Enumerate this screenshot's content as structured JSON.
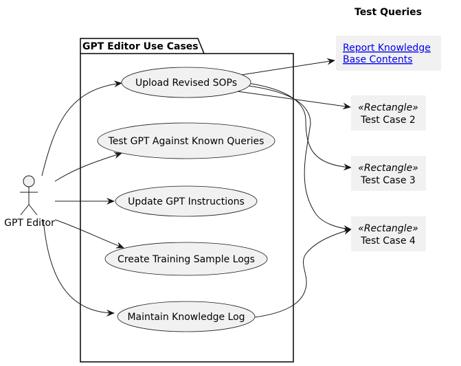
{
  "diagram": {
    "title": "Test Queries",
    "package": {
      "label": "GPT Editor Use Cases"
    },
    "actor": {
      "label": "GPT Editor"
    },
    "use_cases": [
      {
        "id": "upload",
        "label": "Upload Revised SOPs"
      },
      {
        "id": "test",
        "label": "Test GPT Against Known Queries"
      },
      {
        "id": "update",
        "label": "Update GPT Instructions"
      },
      {
        "id": "create",
        "label": "Create Training Sample Logs"
      },
      {
        "id": "maintain",
        "label": "Maintain Knowledge Log"
      }
    ],
    "report": {
      "line1": "Report Knowledge ",
      "line2": " Base Contents"
    },
    "test_cases": [
      {
        "stereotype": "«Rectangle»",
        "label": "Test Case 2"
      },
      {
        "stereotype": "«Rectangle»",
        "label": "Test Case 3"
      },
      {
        "stereotype": "«Rectangle»",
        "label": "Test Case 4"
      }
    ]
  }
}
